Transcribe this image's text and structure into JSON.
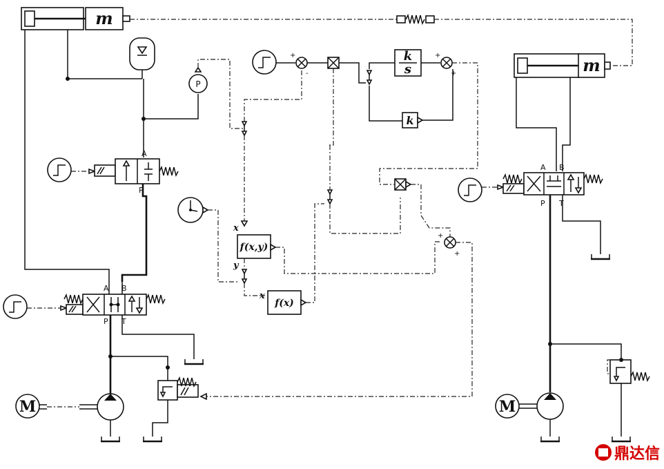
{
  "mass_label": "m",
  "pressure_label": "P",
  "motor_label": "M",
  "integrator": {
    "num": "k",
    "den": "s"
  },
  "gain_label": "k",
  "func2_label": "f(x,y)",
  "func1_label": "f(x)",
  "x_label": "x",
  "y_label": "y",
  "port_a": "A",
  "port_b": "B",
  "port_p": "P",
  "port_t": "T",
  "plus": "+",
  "minus": "-",
  "watermark": "鼎达信"
}
